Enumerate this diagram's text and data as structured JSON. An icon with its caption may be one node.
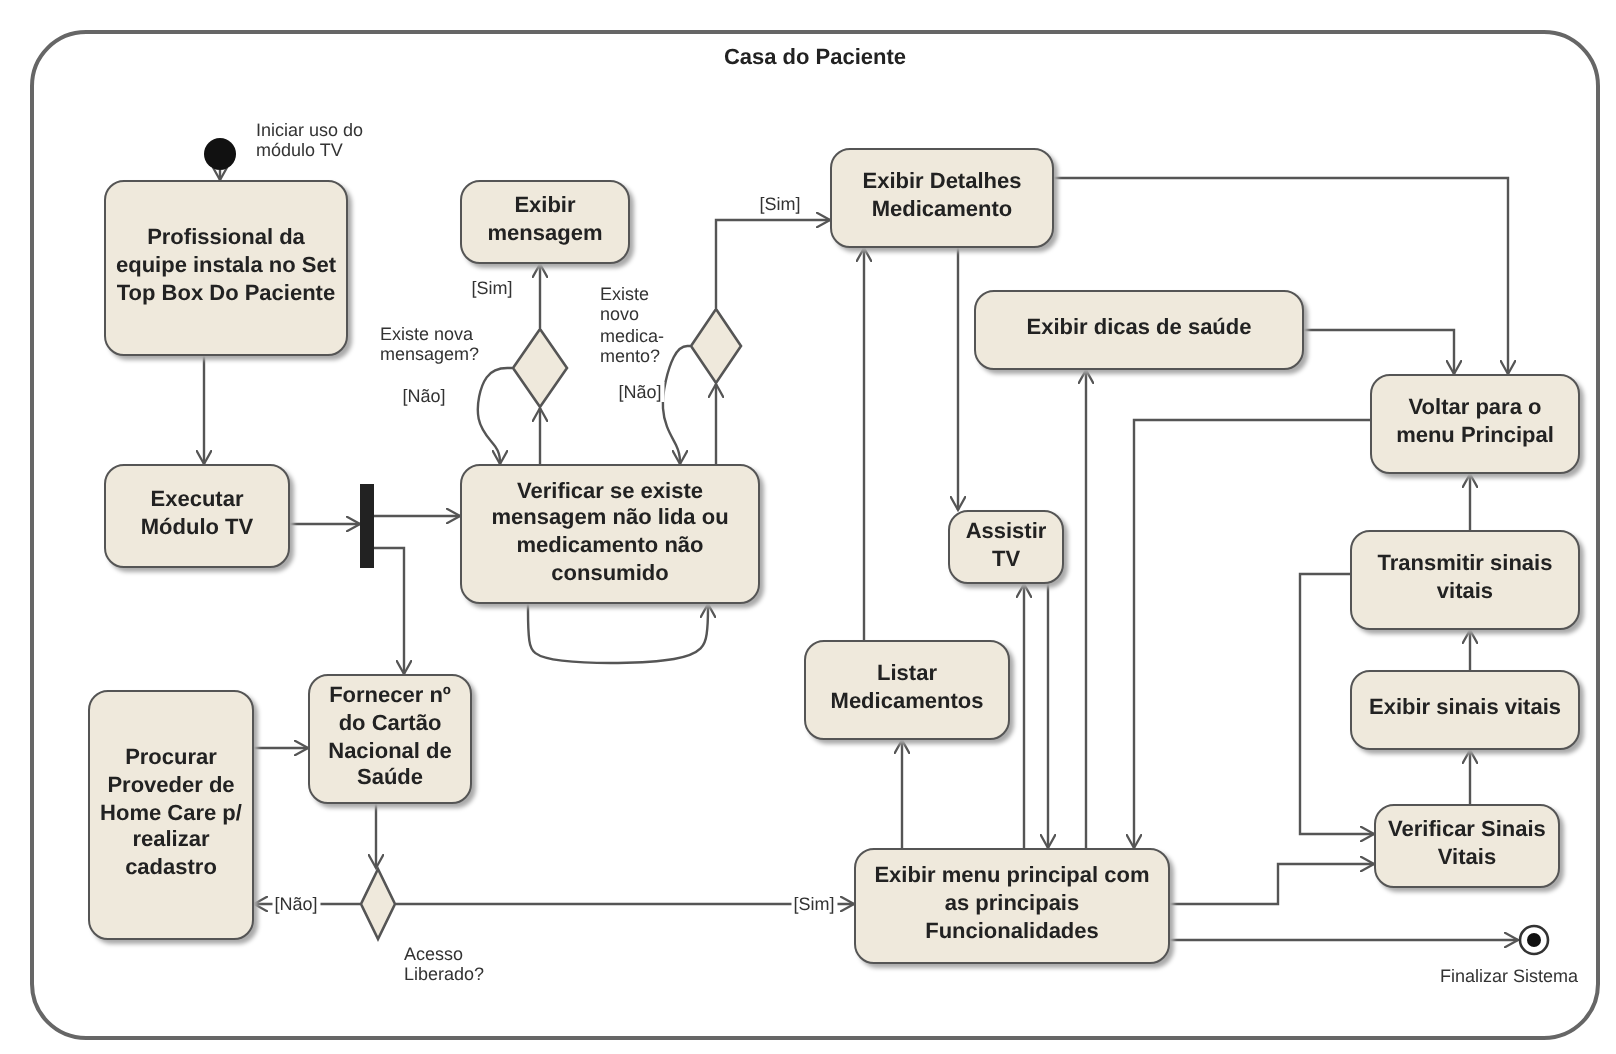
{
  "diagram": {
    "nodes": [
      {
        "text": [
          "Casa do Paciente"
        ]
      },
      {
        "text": [],
        "shape": "circle",
        "beside": [
          "Iniciar uso do módulo TV"
        ],
        "in": 0
      },
      {
        "text": [
          "Profissional da equipe instala no Set Top Box Do Paciente"
        ],
        "in": 0
      },
      {
        "text": [
          "Executar Módulo TV"
        ],
        "in": 0
      },
      {
        "text": [],
        "shape": "bar",
        "in": 0
      },
      {
        "text": [
          "Exibir mensagem"
        ],
        "in": 0
      },
      {
        "text": [],
        "shape": "diamond",
        "beside": [
          "Existe nova mensagem?"
        ],
        "in": 0
      },
      {
        "text": [],
        "shape": "diamond",
        "beside": [
          "Existe novo medica-mento?"
        ],
        "in": 0
      },
      {
        "text": [
          "Verificar se existe mensagem não lida ou medicamento não consumido"
        ],
        "in": 0
      },
      {
        "text": [
          "Exibir Detalhes Medicamento"
        ],
        "in": 0
      },
      {
        "text": [
          "Exibir dicas de saúde"
        ],
        "in": 0
      },
      {
        "text": [
          "Voltar para o menu Principal"
        ],
        "in": 0
      },
      {
        "text": [
          "Assistir TV"
        ],
        "in": 0
      },
      {
        "text": [
          "Transmitir sinais vitais"
        ],
        "in": 0
      },
      {
        "text": [
          "Listar Medicamentos"
        ],
        "in": 0
      },
      {
        "text": [
          "Fornecer nº do Cartão Nacional de Saúde"
        ],
        "in": 0
      },
      {
        "text": [
          "Exibir sinais vitais"
        ],
        "in": 0
      },
      {
        "text": [
          "Procurar Proveder de Home Care p/ realizar cadastro"
        ],
        "in": 0
      },
      {
        "text": [],
        "shape": "diamond",
        "beside": [
          "Acesso Liberado?"
        ],
        "in": 0
      },
      {
        "text": [
          "Exibir menu principal com as principais Funcionalidades"
        ],
        "in": 0
      },
      {
        "text": [
          "Verificar Sinais Vitais"
        ],
        "in": 0
      },
      {
        "text": [],
        "shape": "circle",
        "beside": [
          "Finalizar Sistema"
        ],
        "in": 0
      }
    ],
    "edges": [
      {
        "from": 1,
        "to": 2,
        "arrow": "to"
      },
      {
        "from": 2,
        "to": 3,
        "arrow": "to"
      },
      {
        "from": 3,
        "to": 4,
        "arrow": "to"
      },
      {
        "from": 4,
        "to": 8,
        "arrow": "to"
      },
      {
        "from": 4,
        "to": 15,
        "arrow": "to"
      },
      {
        "from": 8,
        "to": 6,
        "arrow": "to"
      },
      {
        "from": 6,
        "to": 5,
        "arrow": "to",
        "label": "[Sim]"
      },
      {
        "from": 6,
        "to": 8,
        "arrow": "to",
        "label": "[Não]"
      },
      {
        "from": 8,
        "to": 7,
        "arrow": "to"
      },
      {
        "from": 7,
        "to": 9,
        "arrow": "to",
        "label": "[Sim]"
      },
      {
        "from": 7,
        "to": 8,
        "arrow": "to",
        "label": "[Não]"
      },
      {
        "from": 8,
        "to": 8,
        "arrow": "to"
      },
      {
        "from": 15,
        "to": 18,
        "arrow": "to"
      },
      {
        "from": 18,
        "to": 17,
        "arrow": "to",
        "label": "[Não]"
      },
      {
        "from": 18,
        "to": 19,
        "arrow": "to",
        "label": "[Sim]"
      },
      {
        "from": 17,
        "to": 15,
        "arrow": "to"
      },
      {
        "from": 9,
        "to": 12,
        "arrow": "to"
      },
      {
        "from": 9,
        "to": 11,
        "arrow": "to"
      },
      {
        "from": 10,
        "to": 11,
        "arrow": "to"
      },
      {
        "from": 11,
        "to": 19,
        "arrow": "to"
      },
      {
        "from": 13,
        "to": 11,
        "arrow": "to"
      },
      {
        "from": 13,
        "to": 20,
        "arrow": "to"
      },
      {
        "from": 16,
        "to": 13,
        "arrow": "to"
      },
      {
        "from": 20,
        "to": 16,
        "arrow": "to"
      },
      {
        "from": 19,
        "to": 20,
        "arrow": "to"
      },
      {
        "from": 19,
        "to": 21,
        "arrow": "to"
      },
      {
        "from": 19,
        "to": 14,
        "arrow": "to"
      },
      {
        "from": 14,
        "to": 9,
        "arrow": "to"
      },
      {
        "from": 19,
        "to": 12,
        "arrow": "to"
      },
      {
        "from": 12,
        "to": 19,
        "arrow": "to"
      },
      {
        "from": 19,
        "to": 10,
        "arrow": "to"
      }
    ]
  }
}
